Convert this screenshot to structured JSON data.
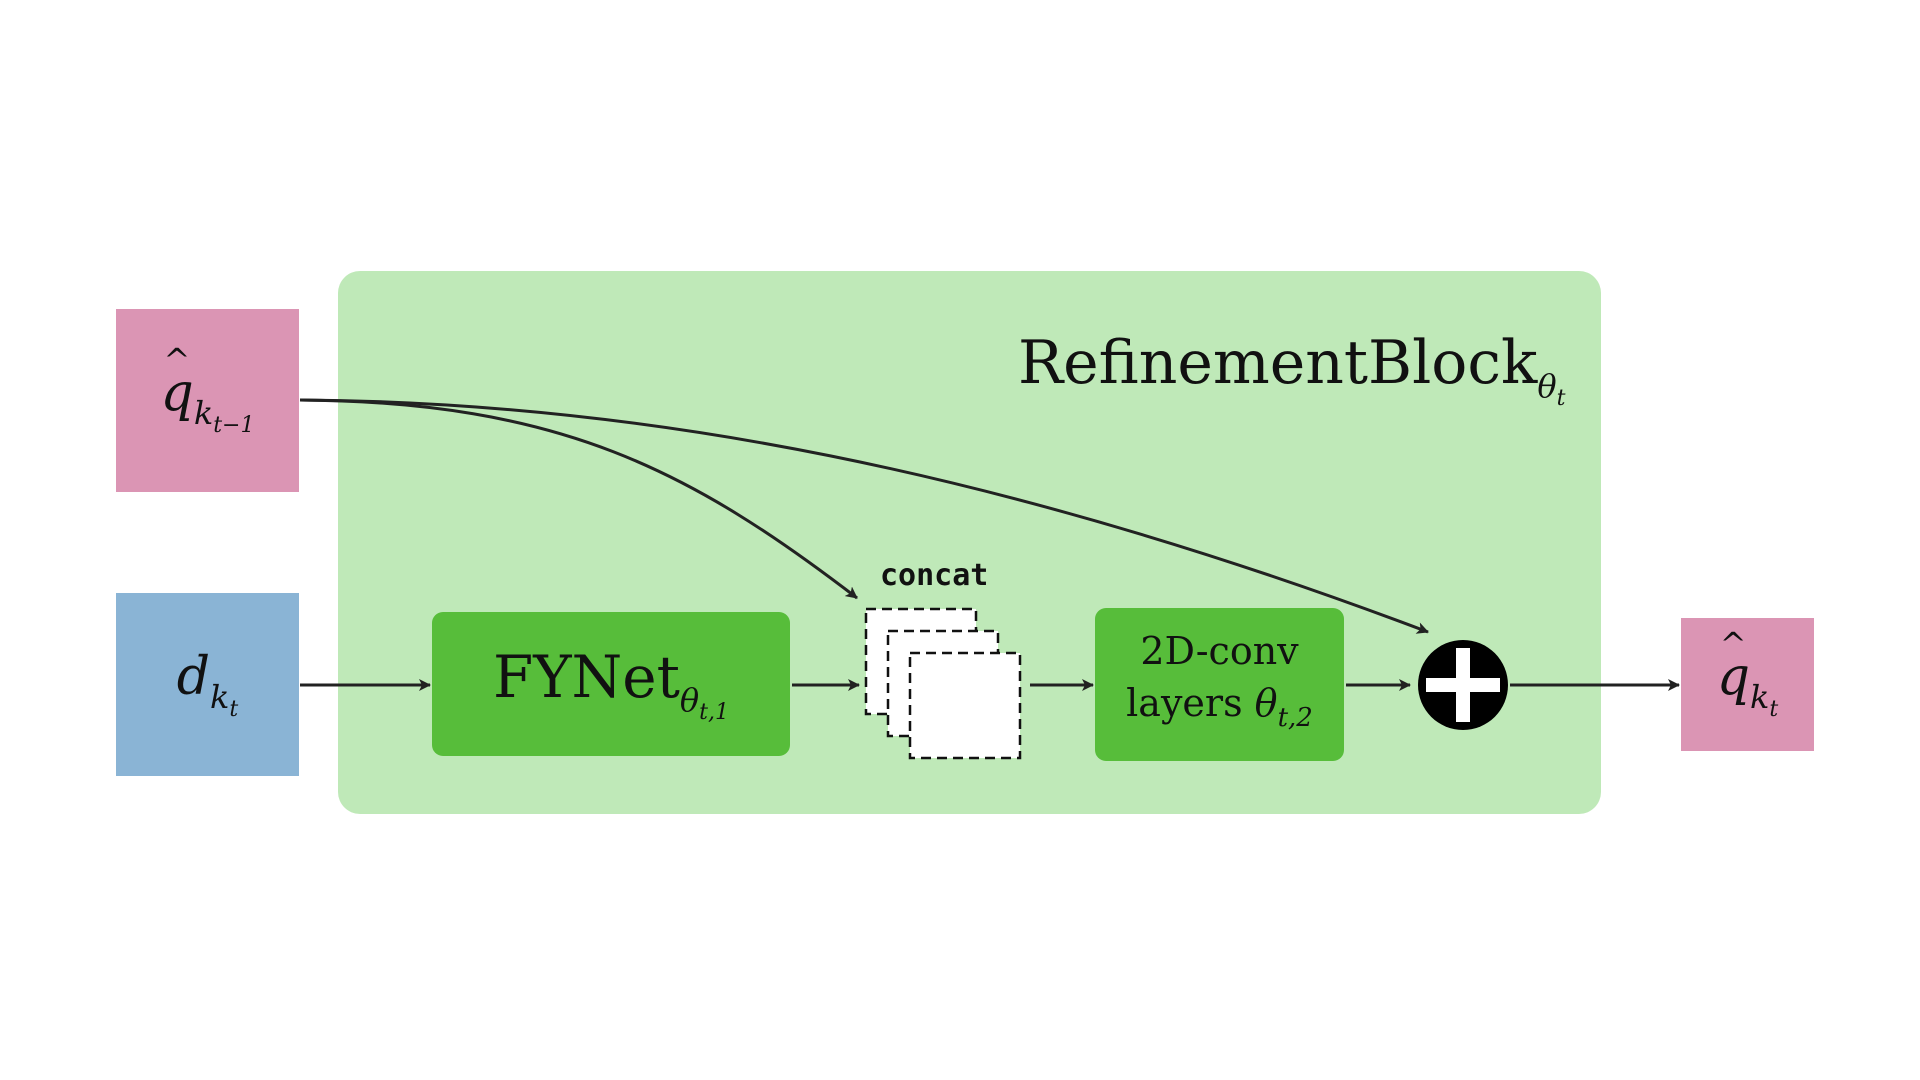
{
  "block": {
    "title_main": "RefinementBlock",
    "title_sub": "θ",
    "title_subsub": "t"
  },
  "inputs": {
    "q_prev": {
      "base": "q",
      "sub": "k",
      "subsub": "t−1"
    },
    "d": {
      "base": "d",
      "sub": "k",
      "subsub": "t"
    }
  },
  "fynet": {
    "name": "FYNet",
    "sub": "θ",
    "subsub": "t,1"
  },
  "conv": {
    "line1": "2D-conv",
    "line2_text": "layers ",
    "theta": "θ",
    "sub": "t,2"
  },
  "concat": {
    "label": "concat"
  },
  "output": {
    "base": "q",
    "sub": "k",
    "subsub": "t"
  },
  "colors": {
    "block_bg": "#bfe9b8",
    "module_green": "#57bd3a",
    "pink": "#db95b4",
    "blue": "#8ab4d5",
    "edge": "#222222"
  },
  "icons": {
    "sum": "plus-circle-icon"
  }
}
